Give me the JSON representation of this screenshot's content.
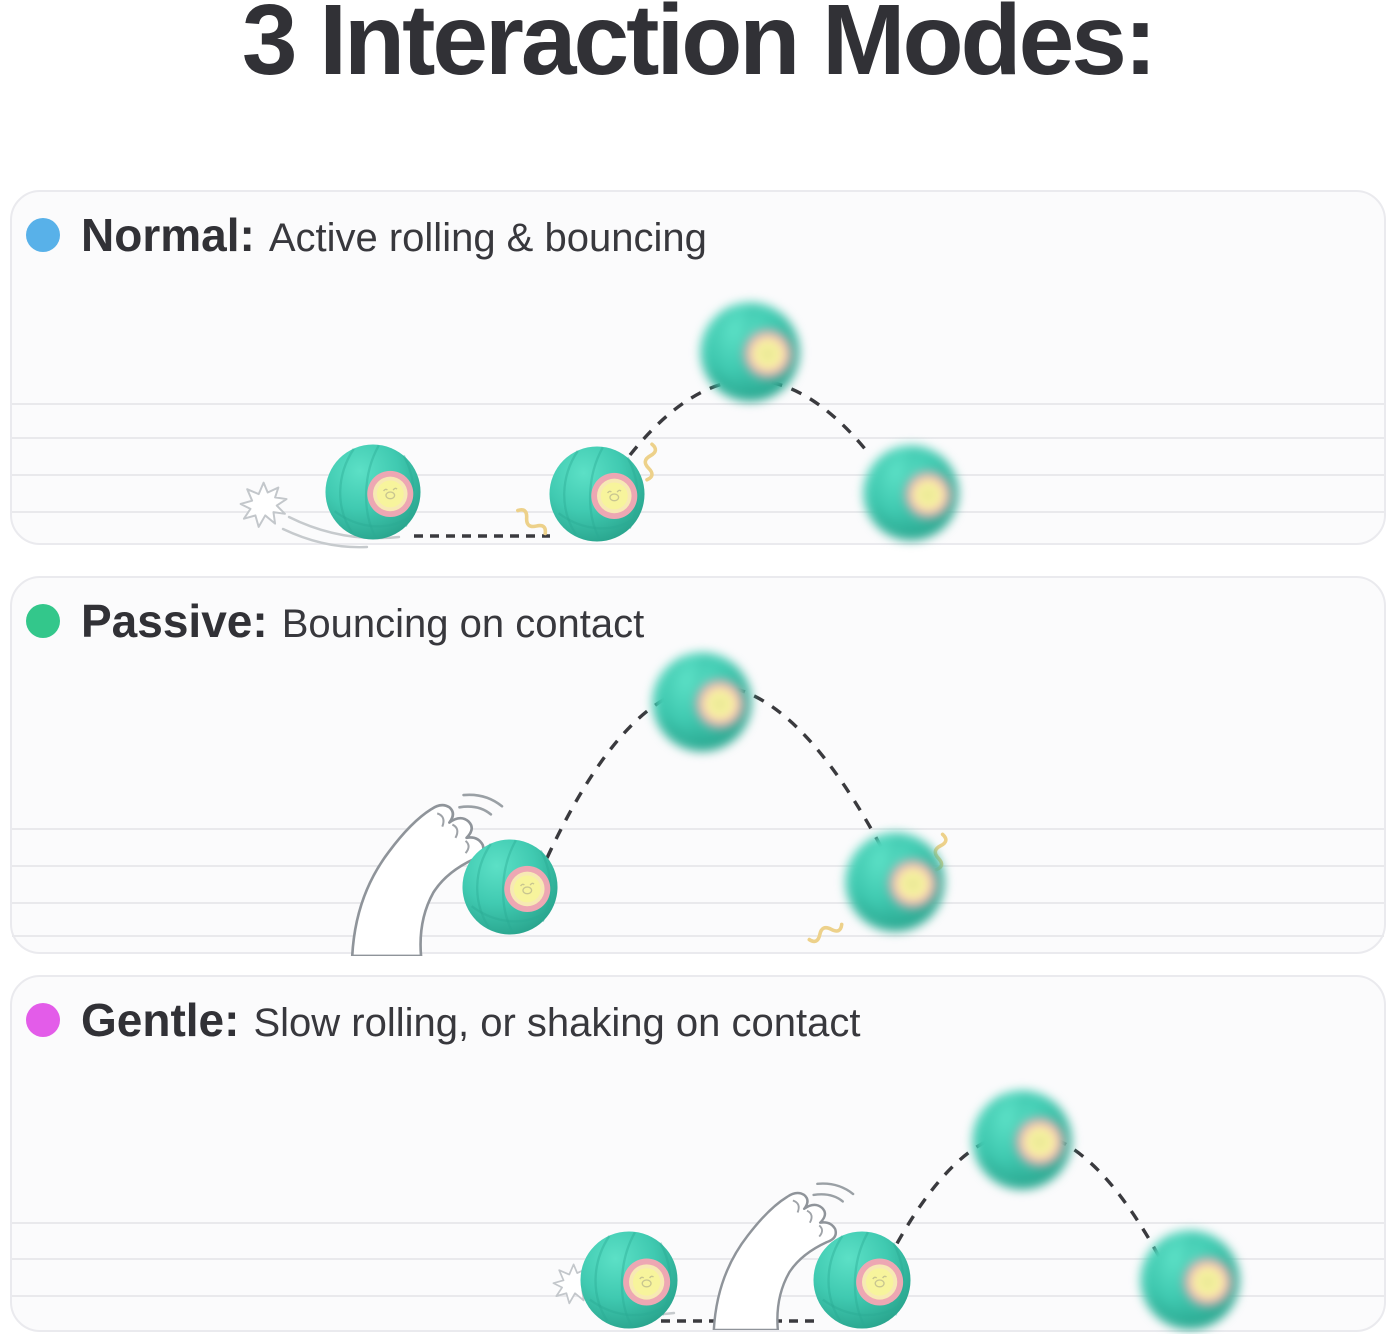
{
  "title": "3 Interaction Modes:",
  "modes": [
    {
      "name": "Normal:",
      "description": "Active rolling & bouncing",
      "dot_color": "#58b1e9"
    },
    {
      "name": "Passive:",
      "description": "Bouncing on contact",
      "dot_color": "#33c78b"
    },
    {
      "name": "Gentle:",
      "description": "Slow rolling, or shaking on contact",
      "dot_color": "#e35ce9"
    }
  ],
  "graphics": {
    "ball_icon": "smart-pet-ball",
    "paw_icon": "cat-paw",
    "poof_icon": "motion-poof",
    "zigzag_icon": "impact-zigzag",
    "trajectory_icon": "dashed-bounce-trajectory"
  },
  "colors": {
    "ball_teal": "#40cab1",
    "ball_teal_light": "#5ce0c6",
    "ball_teal_dark": "#27a18a",
    "lens_pink": "#eda7b3",
    "lens_cream": "#f7e9b4",
    "lens_yellow": "#f7f49c",
    "panel_background": "#fbfbfc",
    "panel_border": "#eaeaee",
    "ruled_line": "#e9e9ec",
    "trajectory_dash": "#3a3a3e",
    "impact_zigzag": "#edd18a",
    "sketch_gray": "#c6cacd",
    "paw_outline": "#8f949a",
    "title_text": "#313136",
    "description_text": "#38383d"
  }
}
